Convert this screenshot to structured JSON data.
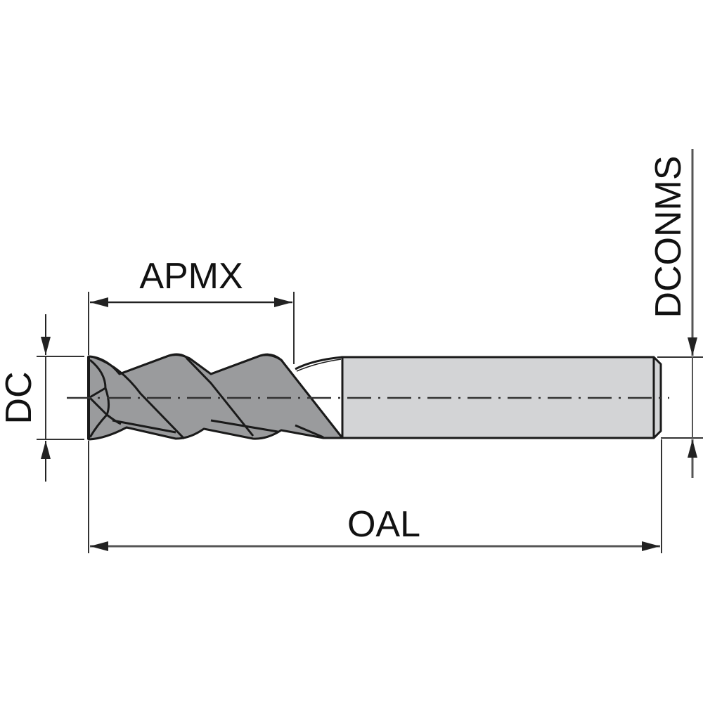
{
  "diagram": {
    "type": "technical-drawing",
    "subject": "end mill (3-flute helical)",
    "colors": {
      "background": "#ffffff",
      "outline": "#1a1a1a",
      "flute_fill": "#9a9b9d",
      "shank_fill": "#d3d4d6",
      "dimension_line": "#333333",
      "text": "#111111"
    },
    "dimensions": {
      "apmx": {
        "label": "APMX",
        "description": "maximum depth of cut (flute length)"
      },
      "dc": {
        "label": "DC",
        "description": "cutting diameter"
      },
      "dconms": {
        "label": "DCONMS",
        "description": "connection (shank) diameter"
      },
      "oal": {
        "label": "OAL",
        "description": "overall length"
      }
    }
  }
}
